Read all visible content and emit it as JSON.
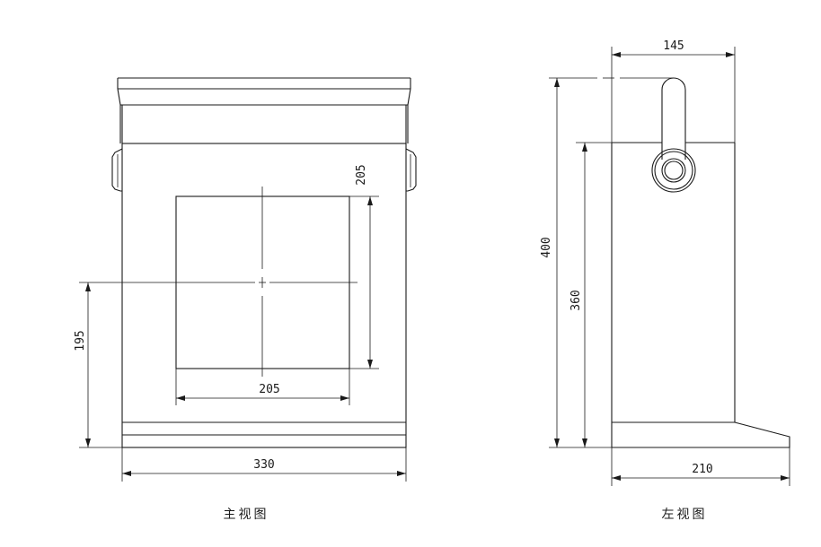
{
  "front_view": {
    "caption": "主视图",
    "dim_width": "330",
    "dim_window_width": "205",
    "dim_window_height": "205",
    "dim_center_height": "195"
  },
  "side_view": {
    "caption": "左视图",
    "dim_top_width": "145",
    "dim_base_width": "210",
    "dim_total_height": "400",
    "dim_body_height": "360"
  }
}
